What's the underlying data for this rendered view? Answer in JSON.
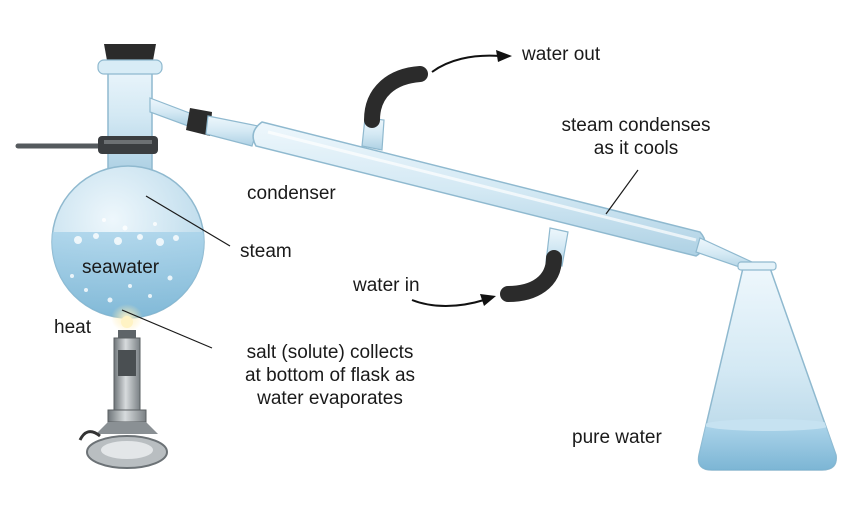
{
  "labels": {
    "water_out": "water out",
    "steam_condenses": [
      "steam condenses",
      "as it cools"
    ],
    "condenser": "condenser",
    "steam": "steam",
    "seawater": "seawater",
    "water_in": "water in",
    "heat": "heat",
    "salt_collects": [
      "salt (solute) collects",
      "at bottom of flask as",
      "water evaporates"
    ],
    "pure_water": "pure water"
  },
  "colors": {
    "glass": "#cfe6f2",
    "glass_edge": "#8fb9cf",
    "water": "#8ec3de",
    "rubber": "#2b2b2b",
    "metal": "#9aa0a4",
    "flame": "#ffe9a8"
  }
}
